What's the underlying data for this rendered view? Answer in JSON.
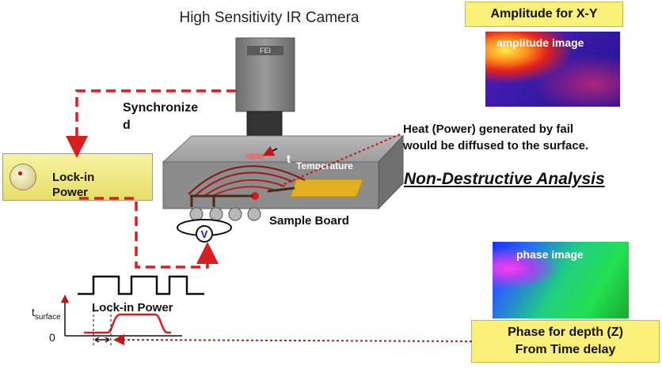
{
  "title": "High Sensitivity IR Camera",
  "amplitude_box": "Amplitude for X-Y",
  "amplitude_image_caption": "amplitude image",
  "phase_image_caption": "phase image",
  "phase_box": {
    "line1": "Phase for depth (Z)",
    "line2": "From Time delay"
  },
  "synchronized": {
    "line1": "Synchronize",
    "line2": "d"
  },
  "lockin_power_box": {
    "line1": "Lock-in",
    "line2": "Power"
  },
  "camera_brand": "FEI",
  "heat_text": {
    "line1": "Heat (Power) generated by fail",
    "line2": "would be diffused to the surface."
  },
  "non_destructive": "Non-Destructive Analysis",
  "temperature_label": "Temperature",
  "t_label": "t",
  "sample_board": "Sample Board",
  "voltmeter_label": "V",
  "waveform_label": "Lock-in Power",
  "t_surface": {
    "t": "t",
    "sub": "surface"
  },
  "zero_label": "0",
  "colors": {
    "accent_red": "#d81e1e",
    "yellow_box": "#fbf07a",
    "housing_gray": "#8c8c8c"
  }
}
